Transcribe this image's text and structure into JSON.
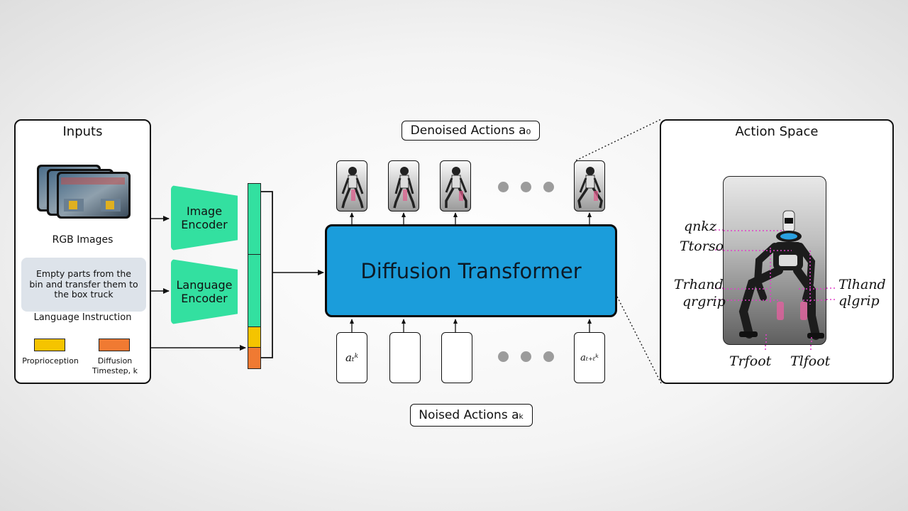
{
  "inputs": {
    "title": "Inputs",
    "rgb_label": "RGB Images",
    "instruction_text": "Empty parts from the bin and transfer them to the box truck",
    "instruction_label": "Language Instruction",
    "proprio_label": "Proprioception",
    "diffusion_label_line1": "Diffusion",
    "diffusion_label_line2": "Timestep, k"
  },
  "encoders": {
    "image": "Image Encoder",
    "language": "Language Encoder"
  },
  "model": {
    "title": "Diffusion Transformer",
    "denoised_label": "Denoised Actions a₀",
    "noised_label": "Noised Actions aₖ",
    "noise_first": "aₜᵏ",
    "noise_last": "aₜ₊ₜᵏ"
  },
  "action_space": {
    "title": "Action Space",
    "labels": {
      "q_nkz": "qnkz",
      "t_torso": "Ttorso",
      "t_rhand": "Trhand",
      "q_rgrip": "qrgrip",
      "t_lhand": "Tlhand",
      "q_lgrip": "qlgrip",
      "t_rfoot": "Trfoot",
      "t_lfoot": "Tlfoot"
    }
  },
  "colors": {
    "encoder": "#33e0a0",
    "transformer": "#1b9ddb",
    "proprioception": "#f5c400",
    "diffusion_timestep": "#f07a32",
    "annotation_line": "#e040c8",
    "dots": "#9c9c9c"
  }
}
